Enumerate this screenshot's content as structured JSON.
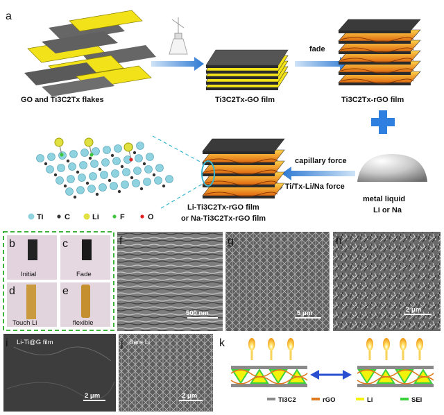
{
  "panel_a": {
    "label": "a",
    "flakes_caption": "GO and Ti3C2Tx flakes",
    "go_film_caption": "Ti3C2Tx-GO film",
    "rgo_film_caption": "Ti3C2Tx-rGO film",
    "fade_label": "fade",
    "capillary_label": "capillary force",
    "force_label": "@ Ti/Tx-Li/Na force",
    "composite_caption_line1": "Li-Ti3C2Tx-rGO film",
    "composite_caption_line2": "or Na-Ti3C2Tx-rGO film",
    "metal_caption_line1": "metal liquid",
    "metal_caption_line2": "Li or Na",
    "legend": [
      {
        "symbol": "Ti",
        "color": "#8fd3e0"
      },
      {
        "symbol": "C",
        "color": "#333333"
      },
      {
        "symbol": "Li",
        "color": "#e0e040"
      },
      {
        "symbol": "F",
        "color": "#3ec83e"
      },
      {
        "symbol": "O",
        "color": "#e02020"
      }
    ]
  },
  "photos": {
    "b": {
      "label": "b",
      "caption": "Initial"
    },
    "c": {
      "label": "c",
      "caption": "Fade"
    },
    "d": {
      "label": "d",
      "caption": "Touch  Li"
    },
    "e": {
      "label": "e",
      "caption": "flexible"
    }
  },
  "sem": {
    "f": {
      "label": "f",
      "scale": "500 nm"
    },
    "g": {
      "label": "g",
      "scale": "5 μm"
    },
    "h": {
      "label": "h",
      "scale": "2 μm"
    },
    "i": {
      "label": "i",
      "title": "Li-Ti@G film",
      "scale": "2 μm"
    },
    "j": {
      "label": "j",
      "title": "Bare  Li",
      "scale": "2 μm"
    }
  },
  "panel_k": {
    "label": "k",
    "legend": [
      {
        "name": "Ti3C2",
        "color": "#8a8a8a"
      },
      {
        "name": "rGO",
        "color": "#e07a1e"
      },
      {
        "name": "Li",
        "color": "#f2f20a"
      },
      {
        "name": "SEI",
        "color": "#3cd23c"
      }
    ]
  },
  "colors": {
    "flake_yellow": "#f2e21a",
    "flake_gray": "#6b6b6b",
    "arrow_blue": "#3a86d8",
    "plus_blue": "#2f7fe0",
    "dash_green": "#3cb43c"
  }
}
